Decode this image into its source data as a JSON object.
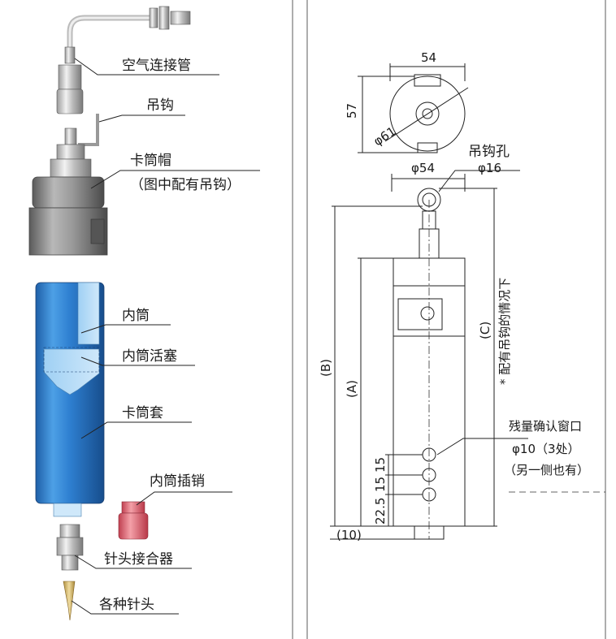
{
  "exploded_view": {
    "air_hose": "空气连接管",
    "hook": "吊钩",
    "cap": "卡筒帽",
    "cap_note": "（图中配有吊钩）",
    "inner_tube": "内筒",
    "inner_piston": "内筒活塞",
    "sleeve": "卡筒套",
    "pin": "内筒插销",
    "needle_adapter": "针头接合器",
    "needles": "各种针头"
  },
  "drawing": {
    "width_top": "54",
    "height_top": "57",
    "dia_cap": "φ61",
    "dia_body": "φ54",
    "hook_hole_label": "吊钩孔",
    "hook_hole_dia": "φ16",
    "dim_a": "(A)",
    "dim_b": "(B)",
    "dim_c": "(C)",
    "dim_c_note": "* 配有吊钩的情况下",
    "window_label": "残量确认窗口",
    "window_dia": "φ10（3处）",
    "window_note": "（另一侧也有）",
    "pitch_1": "15",
    "pitch_2": "15",
    "pitch_3": "22.5",
    "bottom_len": "(10)"
  },
  "colors": {
    "blue": "#2e7fd0",
    "blue_light": "#7fc0f0",
    "cap_gray": "#8a8a8a",
    "pin_pink": "#e8707a",
    "needle_tan": "#d8c080"
  }
}
